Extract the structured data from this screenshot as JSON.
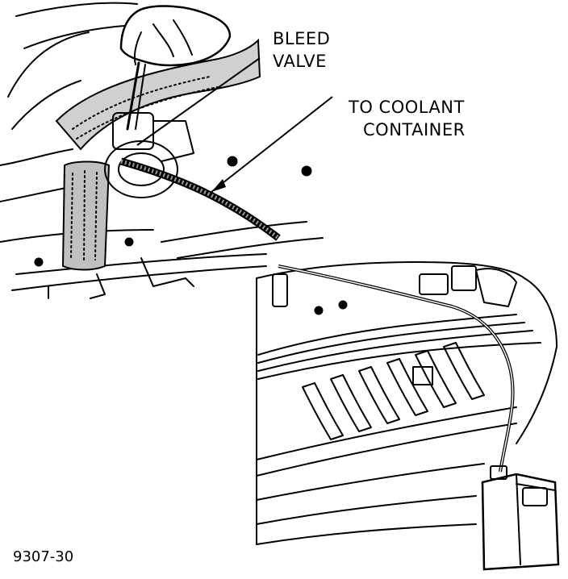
{
  "labels": {
    "bleed_valve_line1": "BLEED",
    "bleed_valve_line2": "VALVE",
    "coolant_line1": "TO COOLANT",
    "coolant_line2": "CONTAINER"
  },
  "figure_number": "9307-30"
}
